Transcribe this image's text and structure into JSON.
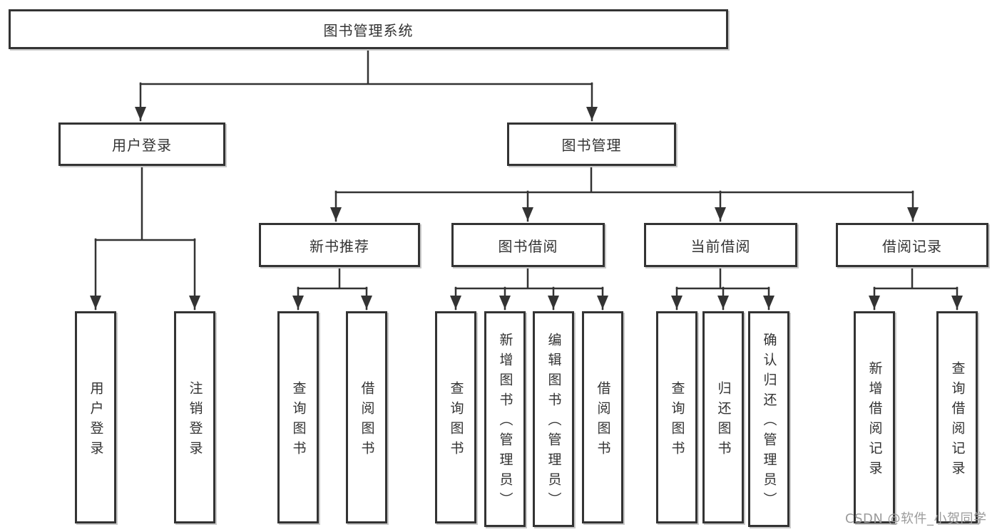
{
  "tree": {
    "root": {
      "label": "图书管理系统"
    },
    "login_branch": {
      "label": "用户登录",
      "children": [
        {
          "label": "用户登录"
        },
        {
          "label": "注销登录"
        }
      ]
    },
    "manage_branch": {
      "label": "图书管理",
      "sections": [
        {
          "label": "新书推荐",
          "children": [
            {
              "label": "查询图书"
            },
            {
              "label": "借阅图书"
            }
          ]
        },
        {
          "label": "图书借阅",
          "children": [
            {
              "label": "查询图书"
            },
            {
              "label": "新增图书（管理员）"
            },
            {
              "label": "编辑图书（管理员）"
            },
            {
              "label": "借阅图书"
            }
          ]
        },
        {
          "label": "当前借阅",
          "children": [
            {
              "label": "查询图书"
            },
            {
              "label": "归还图书"
            },
            {
              "label": "确认归还（管理员）"
            }
          ]
        },
        {
          "label": "借阅记录",
          "children": [
            {
              "label": "新增借阅记录"
            },
            {
              "label": "查询借阅记录"
            }
          ]
        }
      ]
    }
  },
  "watermark": {
    "text": "CSDN @软件_小贺同学"
  },
  "colors": {
    "line": "#333333",
    "box_border": "#333333",
    "text": "#333333",
    "watermark": "#9b9b9b",
    "background": "#ffffff"
  }
}
